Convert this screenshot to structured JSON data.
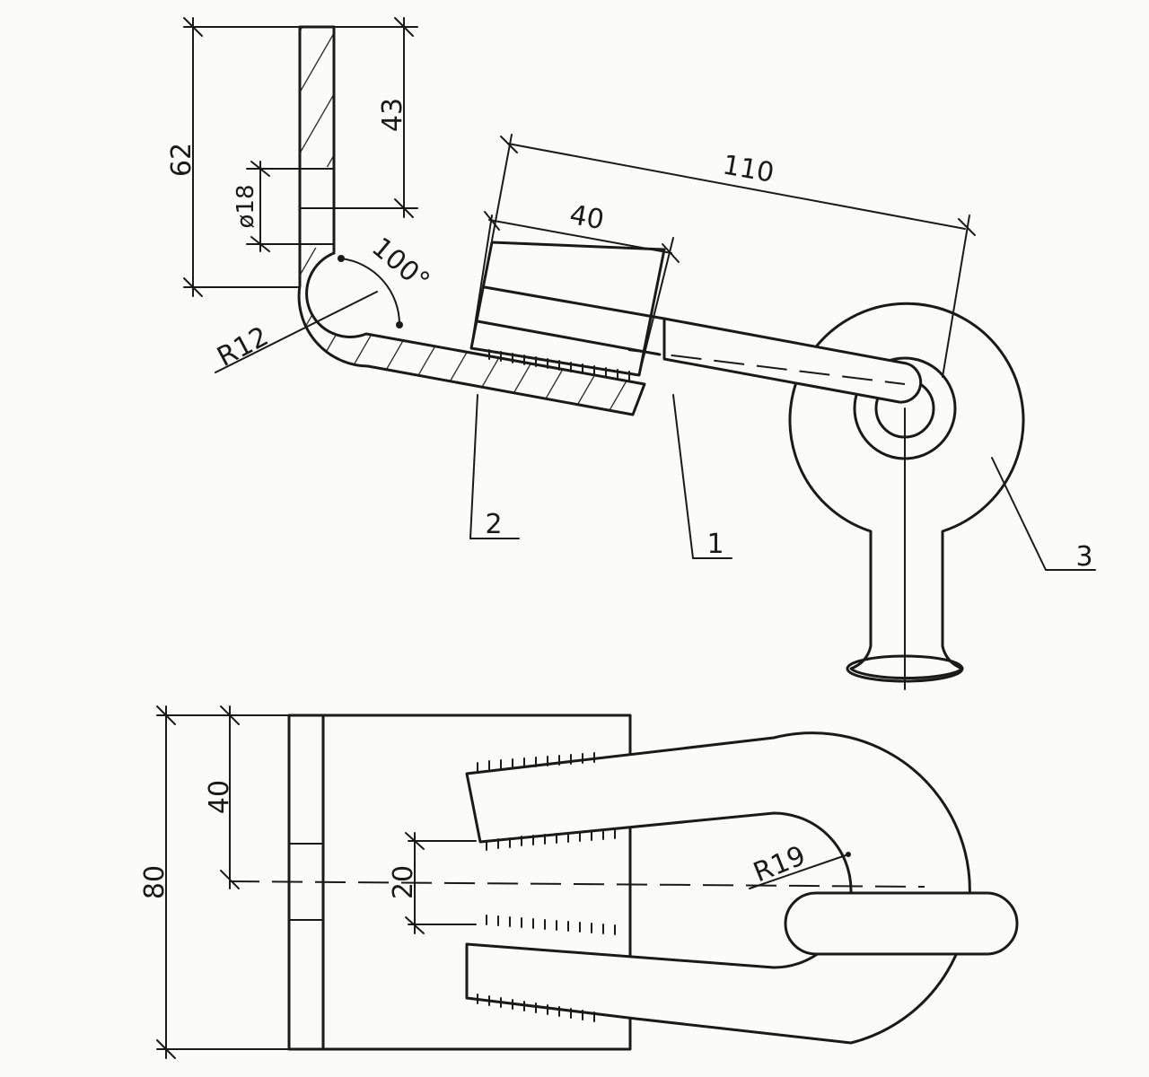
{
  "dimensions": {
    "d62": "62",
    "d43": "43",
    "d18": "ø18",
    "d100": "100°",
    "r12": "R12",
    "d40_top": "40",
    "d110": "110",
    "d40_side": "40",
    "d80": "80",
    "d20": "20",
    "r19": "R19"
  },
  "callouts": {
    "part1": "1",
    "part2": "2",
    "part3": "3"
  },
  "colors": {
    "ink": "#1a1a1a",
    "paper": "#fbfbf9"
  }
}
